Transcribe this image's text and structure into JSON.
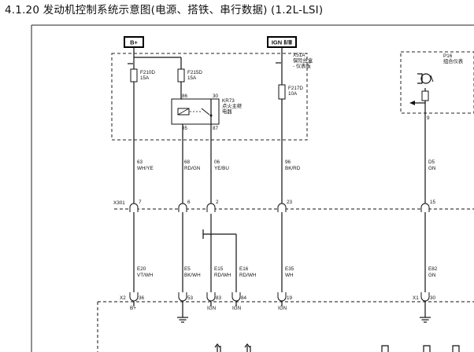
{
  "title": "4.1.20 发动机控制系统示意图(电源、搭铁、串行数据) (1.2L-LSI)",
  "power_tags": {
    "b_plus": "B+",
    "ign": "IGN Ⅱ/Ⅲ"
  },
  "module": {
    "id": "X51A",
    "name_l1": "保险丝盒",
    "name_l2": "- 仪表板"
  },
  "fuses": [
    {
      "id": "F210D",
      "rating": "15A"
    },
    {
      "id": "F215D",
      "rating": "15A"
    },
    {
      "id": "F217D",
      "rating": "10A"
    }
  ],
  "relay": {
    "id": "KR73",
    "name_l1": "点火主继",
    "name_l2": "电器",
    "pins": [
      "86",
      "30",
      "85",
      "87"
    ]
  },
  "p16": {
    "id": "P16",
    "name": "组合仪表",
    "pin": "9"
  },
  "wires_upper": [
    {
      "circuit": "63",
      "color": "WH/YE"
    },
    {
      "circuit": "68",
      "color": "RD/GN"
    },
    {
      "circuit": "06",
      "color": "YE/BU"
    },
    {
      "circuit": "96",
      "color": "BK/RD"
    },
    {
      "circuit": "D5",
      "color": "GN"
    }
  ],
  "connector_x301": {
    "id": "X301",
    "pins": [
      "7",
      "6",
      "2",
      "23",
      "15"
    ]
  },
  "wires_lower": [
    {
      "circuit": "E20",
      "color": "VT/WH"
    },
    {
      "circuit": "E5",
      "color": "BK/WH"
    },
    {
      "circuit": "E15",
      "color": "RD/WH"
    },
    {
      "circuit": "E16",
      "color": "RD/WH"
    },
    {
      "circuit": "E35",
      "color": "WH"
    },
    {
      "circuit": "E82",
      "color": "GN"
    }
  ],
  "connector_x2": {
    "id": "X2",
    "pins": [
      "36",
      "53",
      "83",
      "84",
      "19"
    ]
  },
  "connector_x1": {
    "id": "X1",
    "pins": [
      "30"
    ]
  },
  "ecm_pin_functions": [
    "B+",
    "IGN",
    "IGN",
    "IGN"
  ]
}
